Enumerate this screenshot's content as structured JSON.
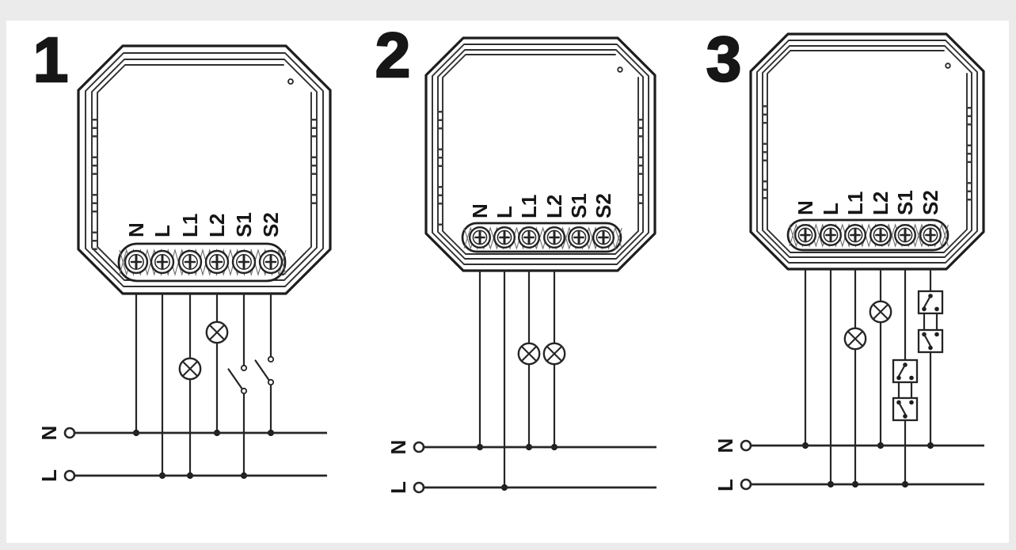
{
  "figure": {
    "background": "#ebebeb",
    "canvas": "#ffffff",
    "line_color": "#262626",
    "text_color": "#161616"
  },
  "diagrams": [
    {
      "number": "1",
      "terminals": [
        "N",
        "L",
        "L1",
        "L2",
        "S1",
        "S2"
      ],
      "bus": {
        "neutral": "N",
        "live": "L"
      }
    },
    {
      "number": "2",
      "terminals": [
        "N",
        "L",
        "L1",
        "L2",
        "S1",
        "S2"
      ],
      "bus": {
        "neutral": "N",
        "live": "L"
      }
    },
    {
      "number": "3",
      "terminals": [
        "N",
        "L",
        "L1",
        "L2",
        "S1",
        "S2"
      ],
      "bus": {
        "neutral": "N",
        "live": "L"
      }
    }
  ]
}
